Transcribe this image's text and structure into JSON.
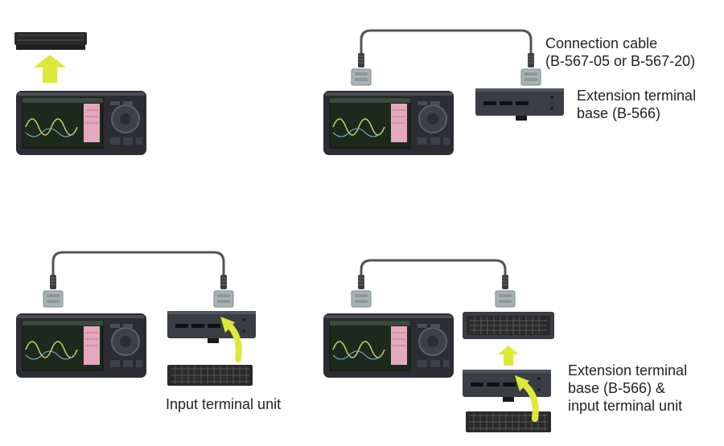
{
  "labels": {
    "connection_cable": [
      "Connection cable",
      "(B-567-05 or B-567-20)"
    ],
    "extension_base_top": [
      "Extension terminal",
      "base (B-566)"
    ],
    "input_terminal_unit": [
      "Input terminal unit"
    ],
    "extension_base_bottom": [
      "Extension terminal",
      "base (B-566) &",
      "input terminal unit"
    ]
  },
  "colors": {
    "device_body": "#2b2d33",
    "device_screen": "#1c2a1e",
    "waveform": "#c9d16a",
    "screen_panel": "#e4a9bf",
    "cable": "#545454",
    "connector": "#a8b4b4",
    "base_body": "#3a3d44",
    "terminal_unit": "#2a2a2a",
    "arrow_yellow": "#dde83a"
  },
  "icons": [
    "data-logger-device",
    "extension-terminal-base",
    "input-terminal-unit",
    "connection-cable",
    "up-arrow-icon",
    "curved-arrow-icon"
  ]
}
